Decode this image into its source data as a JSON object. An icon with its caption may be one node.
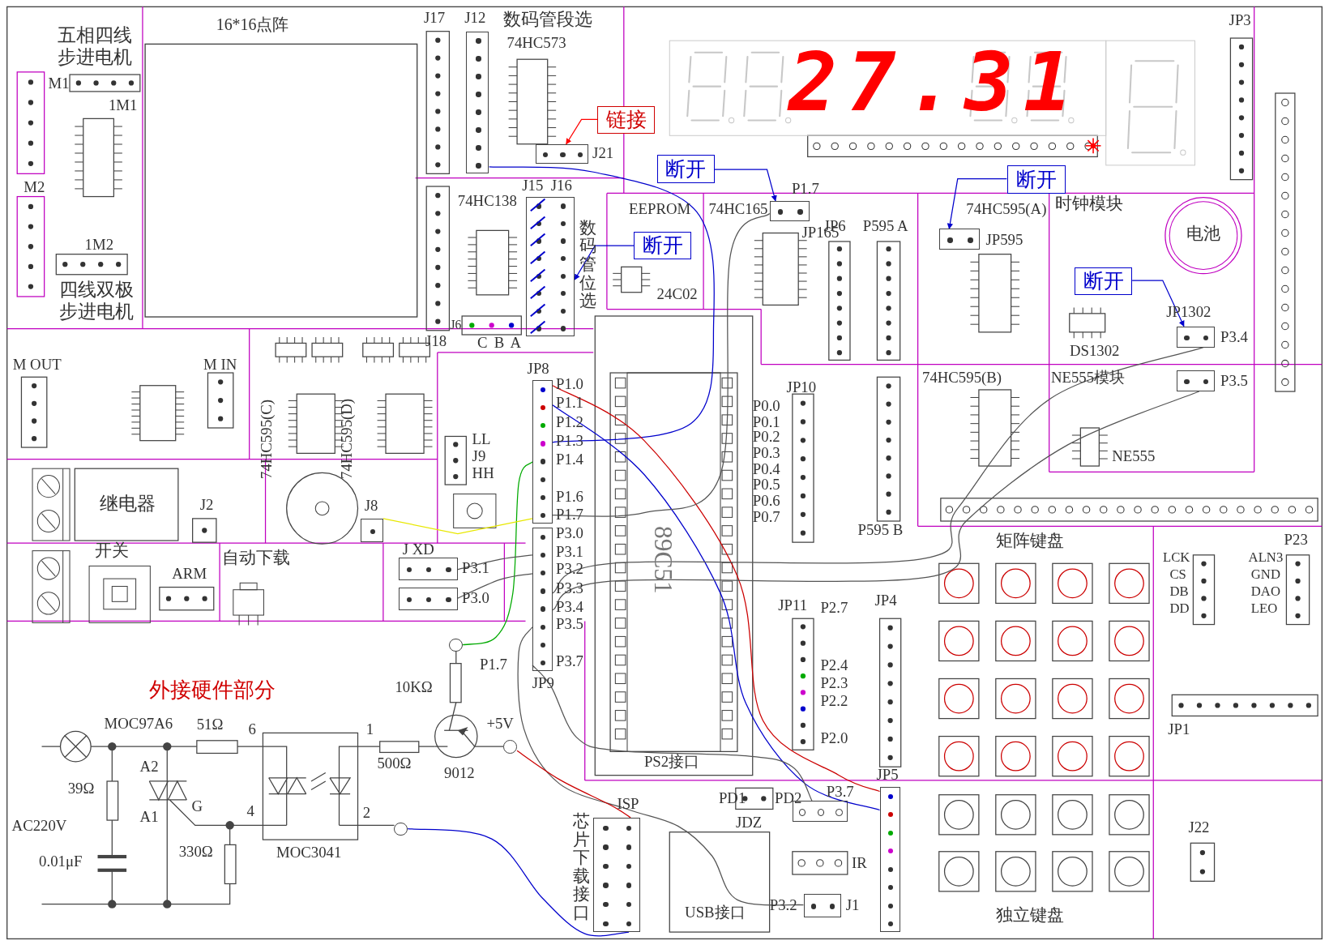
{
  "diagram": {
    "nodes": [
      {
        "text": [
          "链接"
        ]
      },
      {
        "text": [
          "J21"
        ]
      },
      {
        "text": [
          "断开"
        ]
      },
      {
        "text": [
          "J15",
          "J16"
        ]
      },
      {
        "text": [
          "断开"
        ]
      },
      {
        "text": [
          "JP165"
        ],
        "beside": [
          "P1.7"
        ]
      },
      {
        "text": [
          "断开"
        ]
      },
      {
        "text": [
          "JP595"
        ]
      },
      {
        "text": [
          "断开"
        ]
      },
      {
        "text": [
          "JP1302"
        ],
        "beside": [
          "P3.4"
        ]
      },
      {
        "text": [],
        "shape": "box",
        "beside": [
          "P3.5"
        ]
      },
      {
        "text": [
          "J12"
        ]
      },
      {
        "text": [
          "JP8"
        ],
        "beside": [
          "P1.0",
          "P1.1",
          "P1.2",
          "P1.3",
          "P1.4",
          "P1.6",
          "P1.7"
        ]
      },
      {
        "text": [
          "JP9"
        ],
        "beside": [
          "P3.0",
          "P3.1",
          "P3.2",
          "P3.3",
          "P3.4",
          "P3.5",
          "P3.7"
        ]
      },
      {
        "text": [
          "JP5"
        ]
      },
      {
        "text": [
          "J8"
        ]
      },
      {
        "text": [
          "J XD"
        ],
        "beside": [
          "P3.1"
        ]
      },
      {
        "text": [],
        "shape": "box",
        "beside": [
          "P3.0"
        ]
      },
      {
        "text": [],
        "shape": "box",
        "beside": [
          "P3.7"
        ]
      },
      {
        "text": [
          "J1"
        ],
        "beside": [
          "P3.2"
        ]
      },
      {
        "text": [
          "ISP"
        ]
      },
      {
        "text": [],
        "shape": "circle"
      },
      {
        "text": [],
        "shape": "circle",
        "beside": [
          "+5V"
        ]
      },
      {
        "text": [],
        "shape": "circle"
      }
    ],
    "edges": [
      {
        "from": 0,
        "to": 1,
        "arrow": "to",
        "color": "#ff0000"
      },
      {
        "from": 2,
        "to": 3,
        "arrow": "to",
        "color": "#0000cc"
      },
      {
        "from": 4,
        "to": 5,
        "arrow": "to",
        "color": "#0000cc"
      },
      {
        "from": 6,
        "to": 7,
        "arrow": "to",
        "color": "#0000cc"
      },
      {
        "from": 8,
        "to": 9,
        "arrow": "to",
        "color": "#0000cc"
      },
      {
        "from": 11,
        "to": 12,
        "arrow": "none",
        "color": "#0000cc"
      },
      {
        "from": 12,
        "to": 14,
        "arrow": "none",
        "color": "#cc0000"
      },
      {
        "from": 12,
        "to": 14,
        "arrow": "none",
        "color": "#0000cc"
      },
      {
        "from": 12,
        "to": 21,
        "arrow": "none",
        "color": "#00aa00"
      },
      {
        "from": 12,
        "to": 5,
        "arrow": "none",
        "color": "#555555"
      },
      {
        "from": 15,
        "to": 12,
        "arrow": "none",
        "color": "#e8e800"
      },
      {
        "from": 16,
        "to": 13,
        "arrow": "none",
        "color": "#555555"
      },
      {
        "from": 17,
        "to": 13,
        "arrow": "none",
        "color": "#555555"
      },
      {
        "from": 13,
        "to": 9,
        "arrow": "none",
        "color": "#555555"
      },
      {
        "from": 13,
        "to": 10,
        "arrow": "none",
        "color": "#555555"
      },
      {
        "from": 13,
        "to": 18,
        "arrow": "none",
        "color": "#555555"
      },
      {
        "from": 13,
        "to": 19,
        "arrow": "none",
        "color": "#555555"
      },
      {
        "from": 22,
        "to": 20,
        "arrow": "none",
        "color": "#cc0000"
      },
      {
        "from": 23,
        "to": 20,
        "arrow": "none",
        "color": "#0000cc"
      }
    ],
    "labels": [
      "16*16点阵",
      "五相四线步进电机",
      "M1",
      "1M1",
      "M2",
      "1M2",
      "四线双极步进电机",
      "J17",
      "数码管段选",
      "74HC573",
      "27.31",
      "JP3",
      "74HC138",
      "数码管位选",
      "J6",
      "J18",
      "C",
      "B",
      "A",
      "EEPROM",
      "24C02",
      "74HC165",
      "JP6",
      "P595 A",
      "74HC595(A)",
      "时钟模块",
      "电池",
      "DS1302",
      "M OUT",
      "M IN",
      "74HC595(C)",
      "74HC595(D)",
      "LL",
      "J9",
      "HH",
      "继电器",
      "J2",
      "JP10",
      "P0.0",
      "P0.1",
      "P0.2",
      "P0.3",
      "P0.4",
      "P0.5",
      "P0.6",
      "P0.7",
      "89C51",
      "74HC595(B)",
      "NE555模块",
      "NE555",
      "P595 B",
      "开关",
      "ARM",
      "自动下载",
      "矩阵键盘",
      "LCK",
      "CS",
      "DB",
      "DD",
      "P23",
      "ALN3",
      "GND",
      "DAO",
      "LEO",
      "P1.7",
      "外接硬件部分",
      "10KΩ",
      "MOC97A6",
      "51Ω",
      "6",
      "1",
      "500Ω",
      "9012",
      "A2",
      "39Ω",
      "A1",
      "G",
      "4",
      "2",
      "AC220V",
      "330Ω",
      "0.01μF",
      "MOC3041",
      "JP11",
      "P2.7",
      "P2.4",
      "P2.3",
      "P2.2",
      "P2.0",
      "JP4",
      "JP1",
      "PS2接口",
      "PD1",
      "JDZ",
      "PD2",
      "IR",
      "USB接口",
      "芯片下载接口",
      "J22",
      "独立键盘"
    ]
  }
}
